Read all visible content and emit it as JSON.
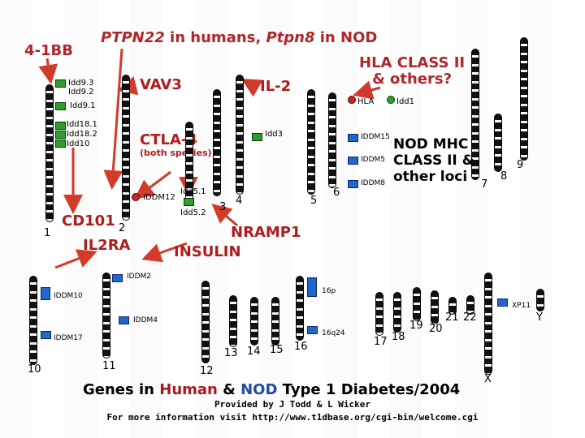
{
  "title": {
    "p1": "PTPN22",
    "p2": " in humans, ",
    "p3": "Ptpn8",
    "p4": " in NOD"
  },
  "top_left": "4-1BB",
  "hla_class": {
    "line1": "HLA CLASS II",
    "line2": "& others?"
  },
  "genes": {
    "vav3": "VAV3",
    "il2": "IL-2",
    "ctla4": "CTLA-4",
    "both_species": "(both species)",
    "cd101": "CD101",
    "il2ra": "IL2RA",
    "nramp1": "NRAMP1",
    "insulin": "INSULIN"
  },
  "loci": {
    "idd93": "Idd9.3",
    "idd92": "Idd9.2",
    "idd91": "Idd9.1",
    "idd181": "Idd18.1",
    "idd182": "Idd18.2",
    "idd10": "Idd10",
    "hla": "HLA",
    "idd1": "Idd1",
    "idd3": "Idd3",
    "iddm15": "IDDM15",
    "iddm5": "IDDM5",
    "iddm8": "IDDM8",
    "iddm12": "IDDM12",
    "idd51": "Idd5.1",
    "idd52": "Idd5.2",
    "iddm2": "IDDM2",
    "iddm10": "IDDM10",
    "iddm4": "IDDM4",
    "iddm17": "IDDM17",
    "p16": "16p",
    "q16": "16q24",
    "xp11": "XP11"
  },
  "nod_mhc": {
    "l1": "NOD MHC",
    "l2": "CLASS II &",
    "l3": "other loci"
  },
  "chromosomes": {
    "c1": "1",
    "c2": "2",
    "c3": "3",
    "c4": "4",
    "c5": "5",
    "c6": "6",
    "c7": "7",
    "c8": "8",
    "c9": "9",
    "c10": "10",
    "c11": "11",
    "c12": "12",
    "c13": "13",
    "c14": "14",
    "c15": "15",
    "c16": "16",
    "c17": "17",
    "c18": "18",
    "c19": "19",
    "c20": "20",
    "c21": "21",
    "c22": "22",
    "cx": "X",
    "cy": "Y"
  },
  "footer": {
    "p1": "Genes in ",
    "human": "Human",
    "amp": " & ",
    "nod": "NOD",
    "p2": " Type 1 Diabetes/2004",
    "provided": "Provided by J Todd & L Wicker",
    "info": "For more information visit http://www.t1dbase.org/cgi-bin/welcome.cgi"
  },
  "colors": {
    "red_text": "#b01c1c",
    "green_marker": "#2ca02c",
    "blue_marker": "#2266cc",
    "arrow": "#d23a2a"
  }
}
